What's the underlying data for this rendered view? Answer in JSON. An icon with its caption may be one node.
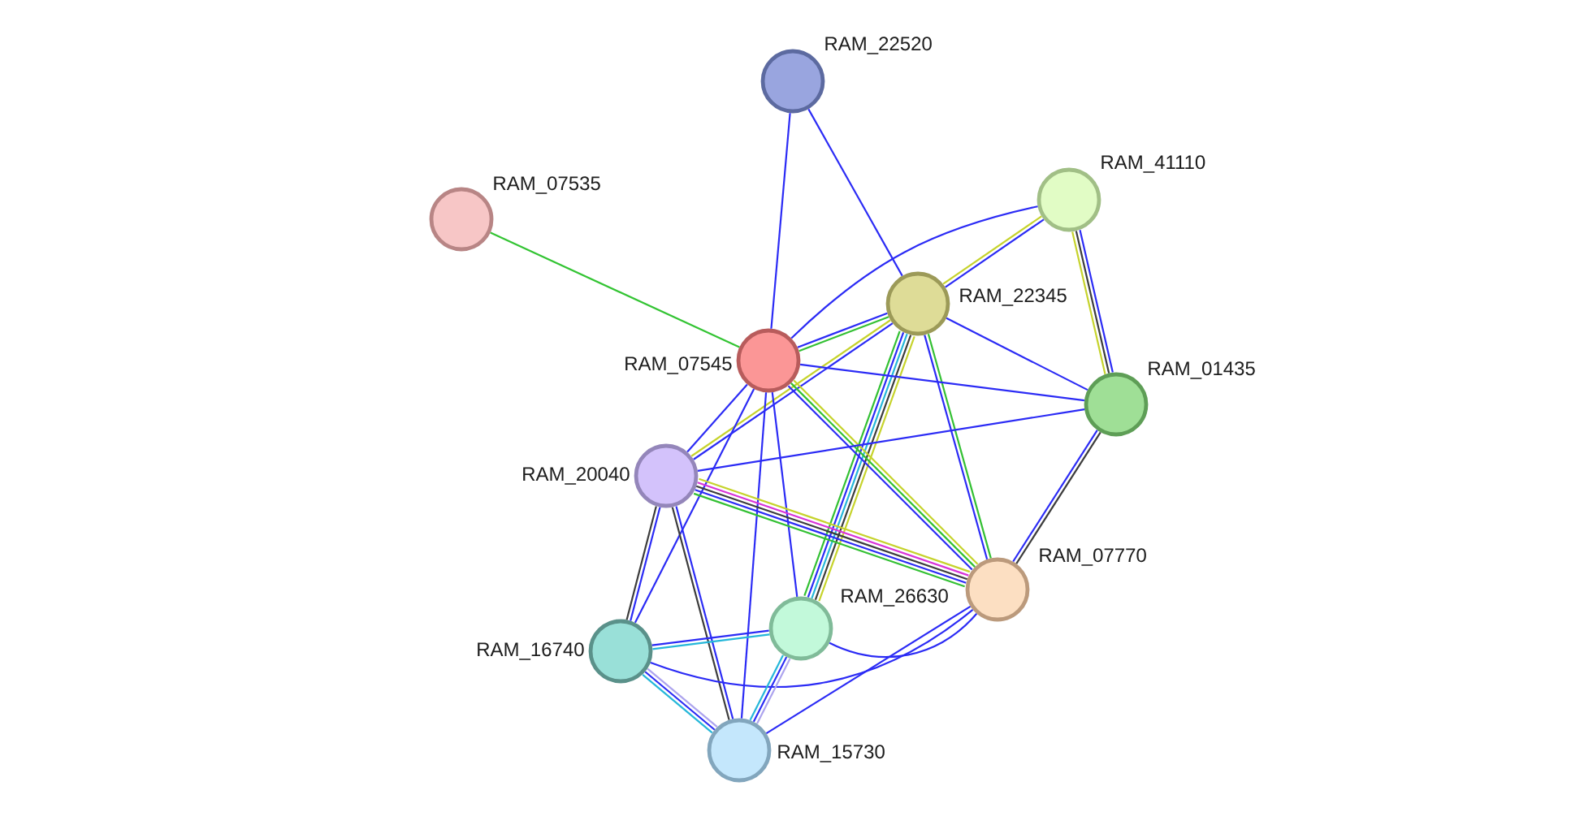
{
  "diagram": {
    "nodes": [
      {
        "text": [
          "RAM_22520"
        ]
      },
      {
        "text": [
          "RAM_07535"
        ]
      },
      {
        "text": [
          "RAM_41110"
        ]
      },
      {
        "text": [
          "RAM_22345"
        ]
      },
      {
        "text": [
          "RAM_07545"
        ]
      },
      {
        "text": [
          "RAM_01435"
        ]
      },
      {
        "text": [
          "RAM_20040"
        ]
      },
      {
        "text": [
          "RAM_07770"
        ]
      },
      {
        "text": [
          "RAM_16740"
        ]
      },
      {
        "text": [
          "RAM_26630"
        ]
      },
      {
        "text": [
          "RAM_15730"
        ]
      }
    ],
    "edges": [
      {
        "from": 0,
        "to": 4,
        "arrow": "none"
      },
      {
        "from": 0,
        "to": 3,
        "arrow": "none"
      },
      {
        "from": 1,
        "to": 4,
        "arrow": "none",
        "color": "#33c433"
      },
      {
        "from": 2,
        "to": 3,
        "arrow": "none"
      },
      {
        "from": 2,
        "to": 3,
        "arrow": "none",
        "color": "#c6d32c"
      },
      {
        "from": 2,
        "to": 4,
        "arrow": "none"
      },
      {
        "from": 2,
        "to": 5,
        "arrow": "none"
      },
      {
        "from": 2,
        "to": 5,
        "arrow": "none",
        "color": "#3c3c3c"
      },
      {
        "from": 2,
        "to": 5,
        "arrow": "none",
        "color": "#c6d32c"
      },
      {
        "from": 3,
        "to": 4,
        "arrow": "none",
        "color": "#33c033"
      },
      {
        "from": 3,
        "to": 4,
        "arrow": "none"
      },
      {
        "from": 3,
        "to": 6,
        "arrow": "none"
      },
      {
        "from": 3,
        "to": 6,
        "arrow": "none",
        "color": "#c6d32c"
      },
      {
        "from": 3,
        "to": 5,
        "arrow": "none"
      },
      {
        "from": 3,
        "to": 9,
        "arrow": "none",
        "color": "#c6d32c"
      },
      {
        "from": 3,
        "to": 9,
        "arrow": "none",
        "color": "#3c3c3c"
      },
      {
        "from": 3,
        "to": 9,
        "arrow": "none",
        "color": "#25b7d9"
      },
      {
        "from": 3,
        "to": 9,
        "arrow": "none"
      },
      {
        "from": 3,
        "to": 9,
        "arrow": "none",
        "color": "#33c033"
      },
      {
        "from": 3,
        "to": 7,
        "arrow": "none",
        "color": "#33c033"
      },
      {
        "from": 3,
        "to": 7,
        "arrow": "none"
      },
      {
        "from": 4,
        "to": 5,
        "arrow": "none"
      },
      {
        "from": 4,
        "to": 6,
        "arrow": "none"
      },
      {
        "from": 4,
        "to": 7,
        "arrow": "none",
        "color": "#c6d32c"
      },
      {
        "from": 4,
        "to": 7,
        "arrow": "none",
        "color": "#33c033"
      },
      {
        "from": 4,
        "to": 7,
        "arrow": "none"
      },
      {
        "from": 4,
        "to": 9,
        "arrow": "none"
      },
      {
        "from": 4,
        "to": 10,
        "arrow": "none"
      },
      {
        "from": 4,
        "to": 8,
        "arrow": "none"
      },
      {
        "from": 6,
        "to": 5,
        "arrow": "none"
      },
      {
        "from": 6,
        "to": 7,
        "arrow": "none",
        "color": "#c6d32c"
      },
      {
        "from": 6,
        "to": 7,
        "arrow": "none",
        "color": "#d833d8"
      },
      {
        "from": 6,
        "to": 7,
        "arrow": "none",
        "color": "#3c3c3c"
      },
      {
        "from": 6,
        "to": 7,
        "arrow": "none"
      },
      {
        "from": 6,
        "to": 7,
        "arrow": "none",
        "color": "#33c033"
      },
      {
        "from": 6,
        "to": 8,
        "arrow": "none"
      },
      {
        "from": 6,
        "to": 8,
        "arrow": "none",
        "color": "#3c3c3c"
      },
      {
        "from": 6,
        "to": 10,
        "arrow": "none"
      },
      {
        "from": 6,
        "to": 10,
        "arrow": "none",
        "color": "#3c3c3c"
      },
      {
        "from": 5,
        "to": 7,
        "arrow": "none",
        "color": "#3c3c3c"
      },
      {
        "from": 5,
        "to": 7,
        "arrow": "none"
      },
      {
        "from": 7,
        "to": 9,
        "arrow": "none"
      },
      {
        "from": 7,
        "to": 8,
        "arrow": "none"
      },
      {
        "from": 7,
        "to": 10,
        "arrow": "none"
      },
      {
        "from": 8,
        "to": 9,
        "arrow": "none"
      },
      {
        "from": 8,
        "to": 9,
        "arrow": "none",
        "color": "#25b7d9"
      },
      {
        "from": 8,
        "to": 10,
        "arrow": "none",
        "color": "#ada4ee"
      },
      {
        "from": 8,
        "to": 10,
        "arrow": "none"
      },
      {
        "from": 8,
        "to": 10,
        "arrow": "none",
        "color": "#25b7d9"
      },
      {
        "from": 9,
        "to": 10,
        "arrow": "none",
        "color": "#ada4ee"
      },
      {
        "from": 9,
        "to": 10,
        "arrow": "none"
      },
      {
        "from": 9,
        "to": 10,
        "arrow": "none",
        "color": "#25b7d9"
      }
    ]
  }
}
